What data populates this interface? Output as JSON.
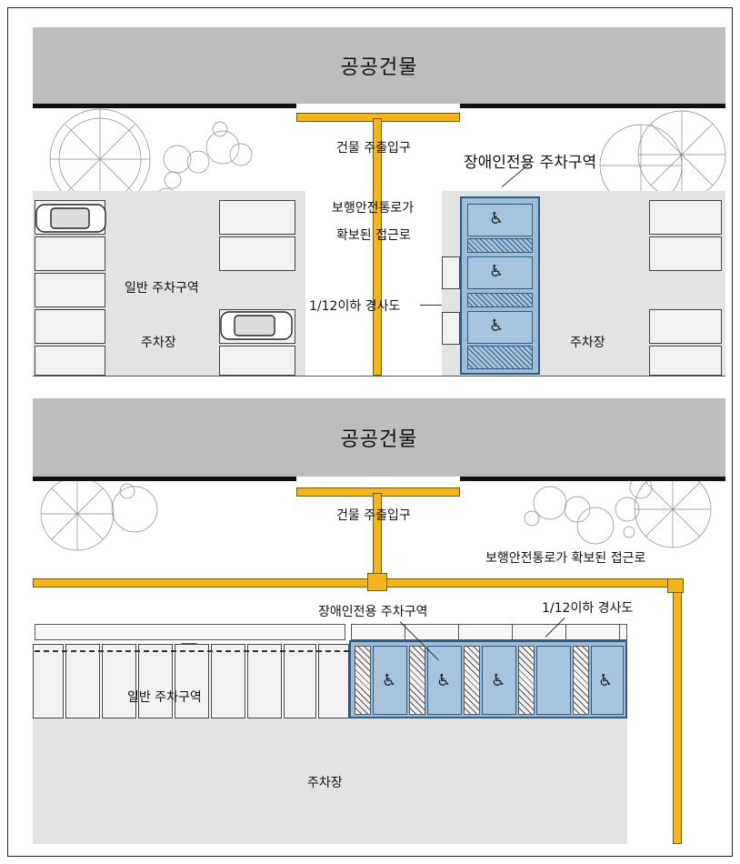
{
  "top": {
    "building": "공공건물",
    "entrance": "건물 주출입구",
    "path_label_line1": "보행안전통로가",
    "path_label_line2": "확보된 접근로",
    "ramp_label": "1/12이하 경사도",
    "accessible_zone": "장애인전용 주차구역",
    "general_zone": "일반 주차구역",
    "lot_left": "주차장",
    "lot_right": "주차장"
  },
  "bottom": {
    "building": "공공건물",
    "entrance": "건물 주출입구",
    "path_label": "보행안전통로가 확보된 접근로",
    "accessible_zone": "장애인전용 주차구역",
    "ramp_label": "1/12이하 경사도",
    "general_zone": "일반 주차구역",
    "lot": "주차장"
  },
  "symbols": {
    "wheelchair": "♿"
  },
  "colors": {
    "building": "#bdbdbd",
    "walkway": "#f2b51d",
    "accessible": "#9fbcd6",
    "accessible_border": "#2f5b86",
    "lot": "#e3e3e3"
  },
  "icons": [
    "tree-icon",
    "car-icon",
    "wheelchair-icon"
  ]
}
